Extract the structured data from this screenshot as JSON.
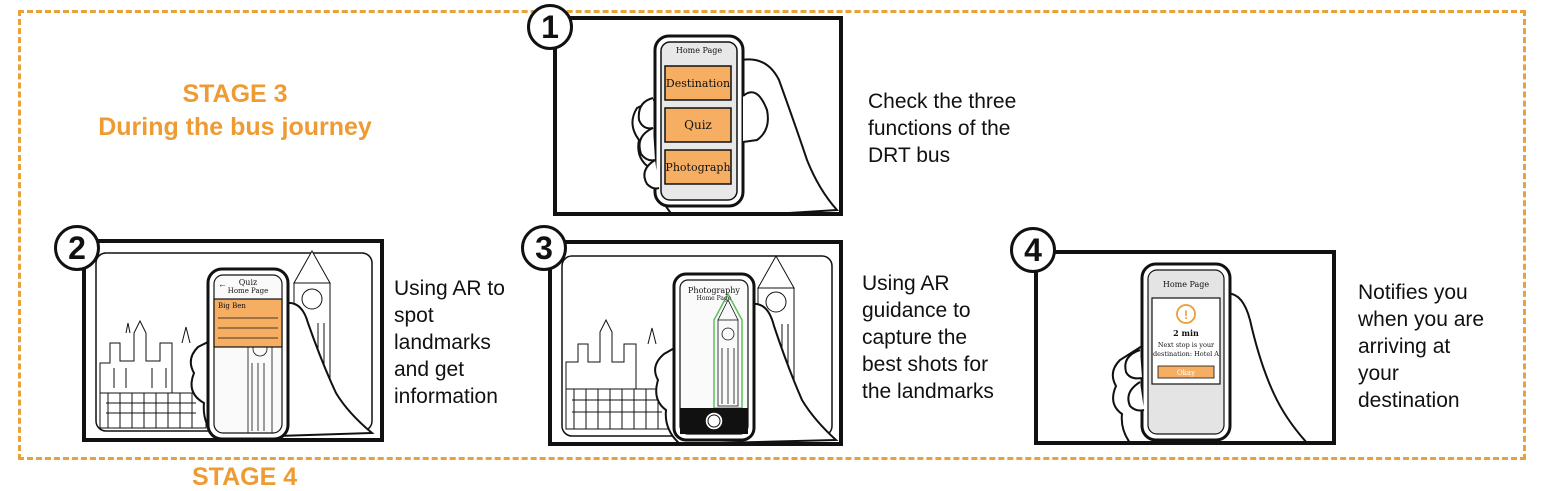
{
  "stage": {
    "line1": "STAGE 3",
    "line2": "During the bus journey",
    "next_partial": "STAGE 4"
  },
  "steps": [
    {
      "number": "1",
      "description": [
        "Check the three",
        "functions of the",
        "DRT bus"
      ],
      "phone": {
        "header": "Home Page",
        "buttons": [
          "Destination",
          "Quiz",
          "Photograph"
        ]
      }
    },
    {
      "number": "2",
      "description": [
        "Using AR to",
        "spot",
        "landmarks",
        "and get",
        "information"
      ],
      "phone": {
        "header": "Quiz",
        "header_overlay": "Home Page",
        "card_title": "Big Ben"
      }
    },
    {
      "number": "3",
      "description": [
        "Using AR",
        "guidance to",
        "capture the",
        "best shots for",
        "the landmarks"
      ],
      "phone": {
        "header": "Photography",
        "header_overlay": "Home Page"
      }
    },
    {
      "number": "4",
      "description": [
        "Notifies you",
        "when you are",
        "arriving at",
        "your",
        "destination"
      ],
      "phone": {
        "header": "Home Page",
        "alert_time": "2 min",
        "alert_text_1": "Next stop is your",
        "alert_text_2": "destination: Hotel A",
        "alert_button": "Okay"
      }
    }
  ],
  "colors": {
    "accent": "#ee9b33",
    "button_fill": "#f6ae63",
    "ar_frame": "#5fc15f",
    "line": "#111111"
  }
}
